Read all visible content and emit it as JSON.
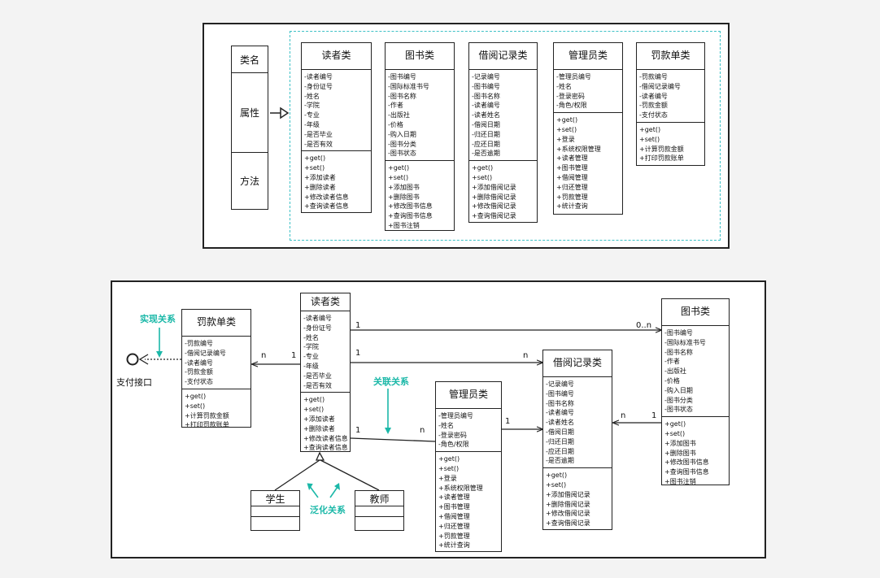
{
  "legend": {
    "name": "类名",
    "attrs": "属性",
    "methods": "方法"
  },
  "classes": {
    "reader": {
      "title": "读者类",
      "attrs": [
        "-读者编号",
        "-身份证号",
        "-姓名",
        "-学院",
        "-专业",
        "-年级",
        "-是否毕业",
        "-是否有效"
      ],
      "methods": [
        "+get()",
        "+set()",
        "+添加读者",
        "+删除读者",
        "+修改读者信息",
        "+查询读者信息"
      ]
    },
    "book": {
      "title": "图书类",
      "attrs": [
        "-图书编号",
        "-国际标准书号",
        "-图书名称",
        "-作者",
        "-出版社",
        "-价格",
        "-购入日期",
        "-图书分类",
        "-图书状态"
      ],
      "methods": [
        "+get()",
        "+set()",
        "+添加图书",
        "+删除图书",
        "+修改图书信息",
        "+查询图书信息",
        "+图书注销"
      ]
    },
    "borrow": {
      "title": "借阅记录类",
      "attrs": [
        "-记录编号",
        "-图书编号",
        "-图书名称",
        "-读者编号",
        "-读者姓名",
        "-借阅日期",
        "-归还日期",
        "-应还日期",
        "-是否逾期"
      ],
      "methods": [
        "+get()",
        "+set()",
        "+添加借阅记录",
        "+删除借阅记录",
        "+修改借阅记录",
        "+查询借阅记录"
      ]
    },
    "admin": {
      "title": "管理员类",
      "attrs": [
        "-管理员编号",
        "-姓名",
        "-登录密码",
        "-角色/权限"
      ],
      "methods": [
        "+get()",
        "+set()",
        "+登录",
        "+系统权限管理",
        "+读者管理",
        "+图书管理",
        "+借阅管理",
        "+归还管理",
        "+罚款管理",
        "+统计查询"
      ]
    },
    "fine": {
      "title": "罚款单类",
      "attrs": [
        "-罚款编号",
        "-借阅记录编号",
        "-读者编号",
        "-罚款金额",
        "-支付状态"
      ],
      "methods": [
        "+get()",
        "+set()",
        "+计算罚款金额",
        "+打印罚款账单"
      ]
    }
  },
  "subclasses": {
    "student": "学生",
    "teacher": "教师"
  },
  "interface_label": "支付接口",
  "annotations": {
    "realization": "实现关系",
    "association": "关联关系",
    "generalization": "泛化关系"
  },
  "multiplicities": {
    "reader_fine_near": "1",
    "reader_fine_far": "n",
    "reader_book_near": "1",
    "reader_book_far": "0..n",
    "reader_borrow_near": "1",
    "reader_borrow_far": "n",
    "reader_admin_near": "1",
    "reader_admin_far": "n",
    "admin_borrow": "1",
    "book_borrow_near": "1",
    "book_borrow_far": "n"
  }
}
